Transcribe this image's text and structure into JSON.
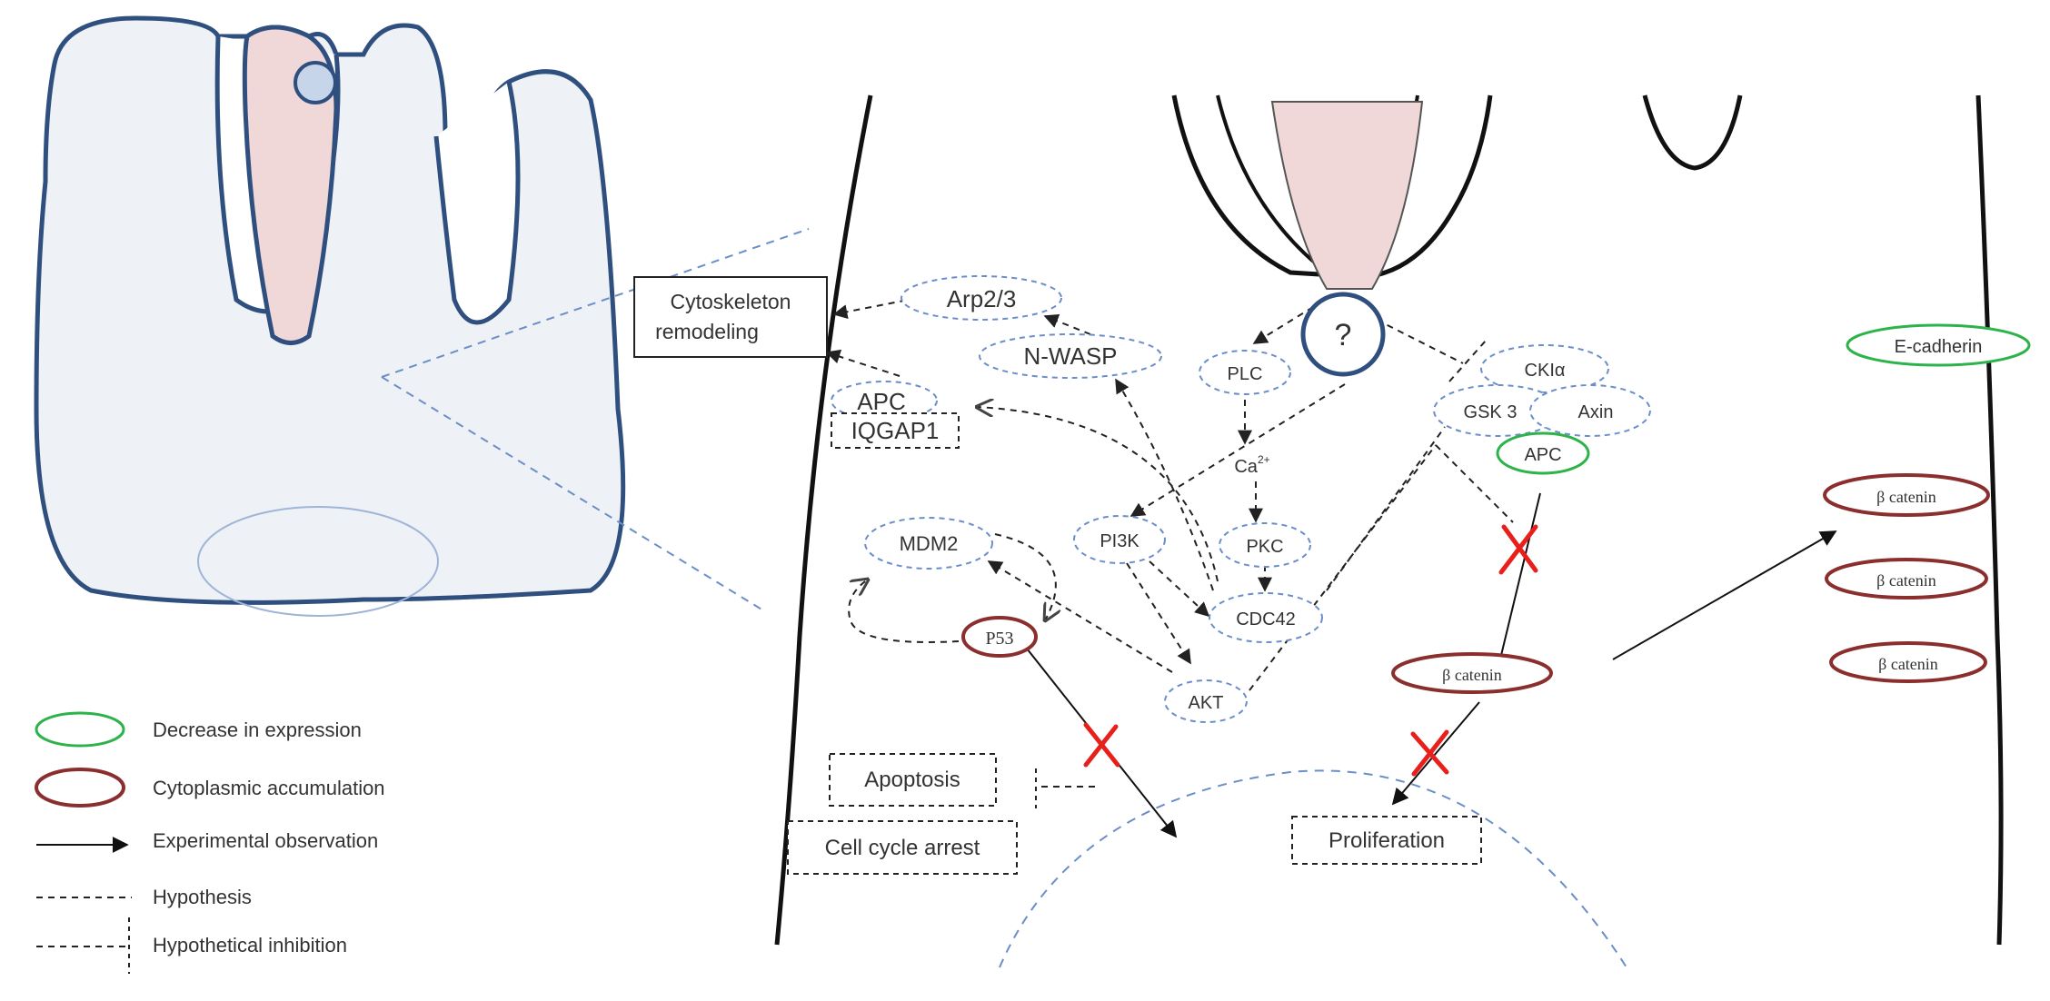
{
  "colors": {
    "cell_outline": "#2f4f7f",
    "cell_fill": "#eef1f6",
    "pink": "#f0d8d8",
    "dashed_blue": "#6a8fc8",
    "green": "#2db34a",
    "dark_red": "#8b2e2e",
    "red_x": "#e8201c",
    "membrane": "#111111"
  },
  "nodes": {
    "cytoskeleton_line1": "Cytoskeleton",
    "cytoskeleton_line2": "remodeling",
    "arp23": "Arp2/3",
    "nwasp": "N-WASP",
    "apc_left": "APC",
    "iqgap1": "IQGAP1",
    "question": "?",
    "plc": "PLC",
    "ca": "Ca",
    "ca_sup": "2+",
    "pkc": "PKC",
    "pi3k": "PI3K",
    "mdm2": "MDM2",
    "cdc42": "CDC42",
    "p53": "P53",
    "akt": "AKT",
    "ck1a": "CKIα",
    "gsk3": "GSK 3",
    "axin": "Axin",
    "apc_right": "APC",
    "ecadherin": "E-cadherin",
    "bcatenin_center": "β catenin",
    "bcatenin_1": "β catenin",
    "bcatenin_2": "β catenin",
    "bcatenin_3": "β catenin",
    "apoptosis": "Apoptosis",
    "cell_cycle_arrest": "Cell cycle arrest",
    "proliferation": "Proliferation"
  },
  "legend": {
    "decrease": "Decrease in expression",
    "accumulation": "Cytoplasmic accumulation",
    "experimental": "Experimental observation",
    "hypothesis": "Hypothesis",
    "inhibition": "Hypothetical inhibition"
  }
}
